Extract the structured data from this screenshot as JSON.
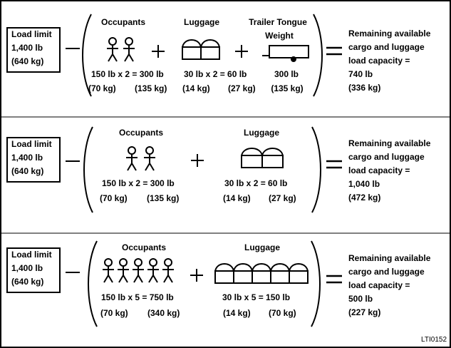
{
  "diagram_code": "LTI0152",
  "rows": [
    {
      "load_limit": [
        "Load limit",
        "1,400 lb",
        "(640 kg)"
      ],
      "minus": "—",
      "occupants": {
        "label": "Occupants",
        "count": 2,
        "line1": "150 lb x 2 = 300 lb",
        "line2_a": "(70 kg)",
        "line2_b": "(135 kg)"
      },
      "plus": "+",
      "luggage": {
        "label": "Luggage",
        "count": 2,
        "line1": "30 lb x 2 = 60 lb",
        "line2_a": "(14 kg)",
        "line2_b": "(27 kg)"
      },
      "trailer": {
        "label1": "Trailer Tongue",
        "label2": "Weight",
        "line1": "300 lb",
        "line2": "(135 kg)"
      },
      "equals": "=",
      "result": [
        "Remaining available",
        "cargo and luggage",
        "load capacity =",
        "740 lb",
        "(336 kg)"
      ]
    },
    {
      "load_limit": [
        "Load limit",
        "1,400 lb",
        "(640 kg)"
      ],
      "minus": "—",
      "occupants": {
        "label": "Occupants",
        "count": 2,
        "line1": "150 lb x 2 = 300 lb",
        "line2_a": "(70 kg)",
        "line2_b": "(135 kg)"
      },
      "plus": "+",
      "luggage": {
        "label": "Luggage",
        "count": 2,
        "line1": "30 lb x 2 = 60 lb",
        "line2_a": "(14 kg)",
        "line2_b": "(27 kg)"
      },
      "equals": "=",
      "result": [
        "Remaining available",
        "cargo and luggage",
        "load capacity =",
        "1,040 lb",
        "(472 kg)"
      ]
    },
    {
      "load_limit": [
        "Load limit",
        "1,400 lb",
        "(640 kg)"
      ],
      "minus": "—",
      "occupants": {
        "label": "Occupants",
        "count": 5,
        "line1": "150 lb x 5 = 750 lb",
        "line2_a": "(70 kg)",
        "line2_b": "(340 kg)"
      },
      "plus": "+",
      "luggage": {
        "label": "Luggage",
        "count": 5,
        "line1": "30 lb x 5 = 150 lb",
        "line2_a": "(14 kg)",
        "line2_b": "(70 kg)"
      },
      "equals": "=",
      "result": [
        "Remaining available",
        "cargo and luggage",
        "load capacity =",
        "500 lb",
        "(227 kg)"
      ]
    }
  ]
}
